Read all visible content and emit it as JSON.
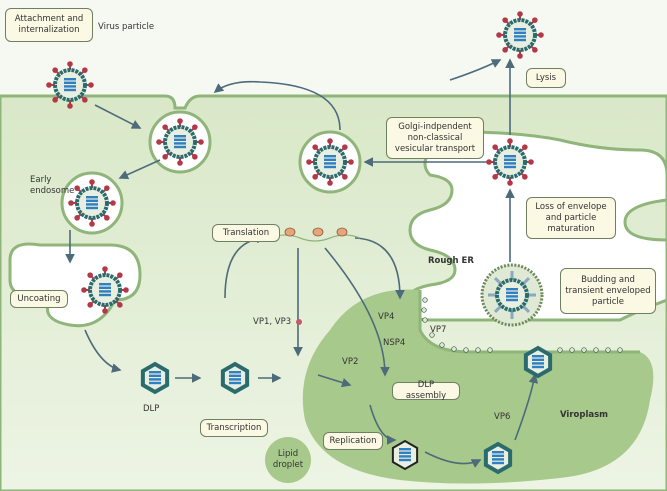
{
  "labels": {
    "attachment": "Attachment and internalization",
    "virus_particle": "Virus particle",
    "lysis": "Lysis",
    "golgi": "Golgi-indpendent non-classical vesicular transport",
    "early_endosome": "Early endosome",
    "loss_envelope": "Loss of envelope and particle maturation",
    "rough_er": "Rough ER",
    "budding": "Budding and transient enveloped particle",
    "translation": "Translation",
    "uncoating": "Uncoating",
    "vp4": "VP4",
    "vp7": "VP7",
    "vp1_vp3": "VP1, VP3",
    "nsp4": "NSP4",
    "vp2": "VP2",
    "dlp_assembly": "DLP assembly",
    "dlp": "DLP",
    "viroplasm": "Viroplasm",
    "vp6": "VP6",
    "transcription": "Transcription",
    "replication": "Replication",
    "lipid_droplet": "Lipid droplet"
  },
  "colors": {
    "extracellular": "#f6f9f2",
    "cytoplasm": "#e2edd5",
    "viroplasm": "#a8c98c",
    "membrane": "#8fb57a",
    "arrow": "#4d6b7a",
    "spike": "#b23a48",
    "capsid": "#2a6b6e",
    "genome": "#2f7fc1"
  }
}
